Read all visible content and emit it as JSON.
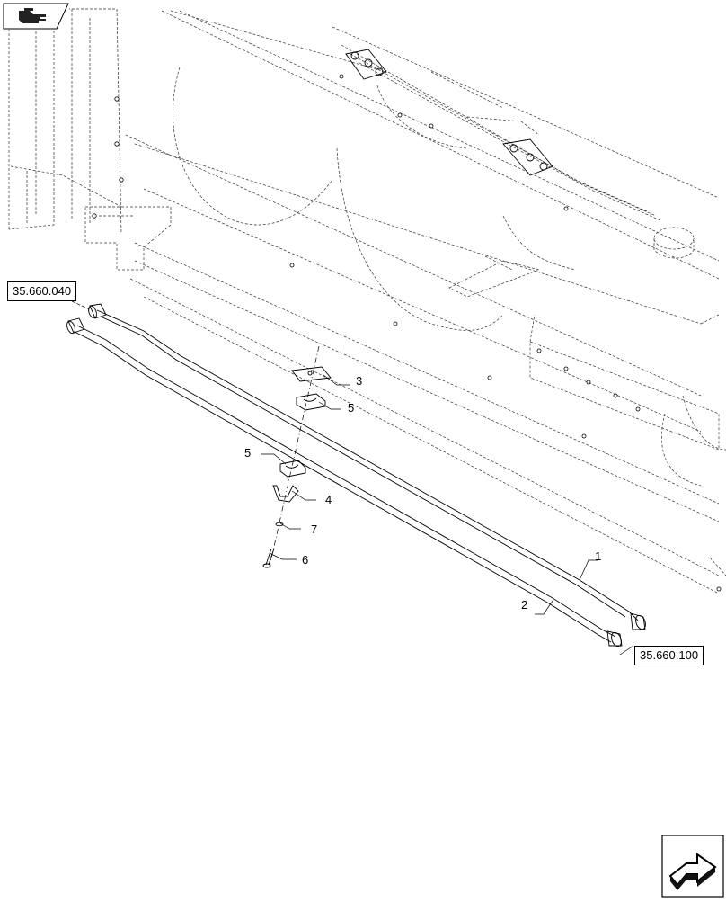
{
  "references": {
    "top_left": "35.660.040",
    "bottom_right": "35.660.100"
  },
  "callouts": {
    "c1": "1",
    "c2": "2",
    "c3": "3",
    "c4": "4",
    "c5a": "5",
    "c5b": "5",
    "c6": "6",
    "c7": "7"
  },
  "icons": {
    "top_left": "previous-page-hand-icon",
    "bottom_right": "next-page-arrow-icon"
  }
}
